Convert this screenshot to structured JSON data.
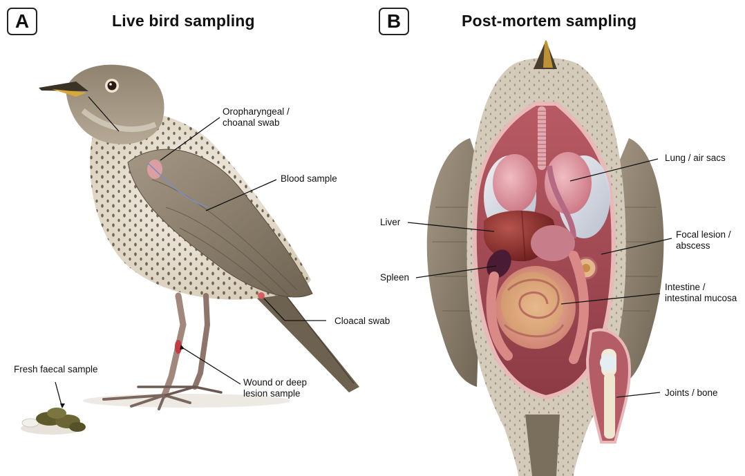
{
  "panel_a": {
    "badge": "A",
    "title": "Live bird sampling",
    "labels": {
      "oropharyngeal": "Oropharyngeal /",
      "oropharyngeal_2": "choanal swab",
      "blood": "Blood sample",
      "cloacal": "Cloacal swab",
      "faecal": "Fresh faecal sample",
      "wound": "Wound or deep",
      "wound_2": "lesion sample"
    }
  },
  "panel_b": {
    "badge": "B",
    "title": "Post-mortem sampling",
    "labels": {
      "lung": "Lung / air sacs",
      "liver": "Liver",
      "focal": "Focal lesion /",
      "focal_2": "abscess",
      "spleen": "Spleen",
      "intestine": "Intestine /",
      "intestine_2": "intestinal mucosa",
      "joints": "Joints / bone"
    }
  },
  "colors": {
    "plumage": "#9c8f7c",
    "breast": "#e9e2d5",
    "tissue": "#c9717a",
    "liver": "#8f2e2c",
    "spleen": "#4a1c33",
    "lung": "#d99aa5",
    "air_sac": "#dfe6ee",
    "intestine": "#e0a08a",
    "bone": "#f1ead9",
    "faeces": "#5d5a2c"
  }
}
